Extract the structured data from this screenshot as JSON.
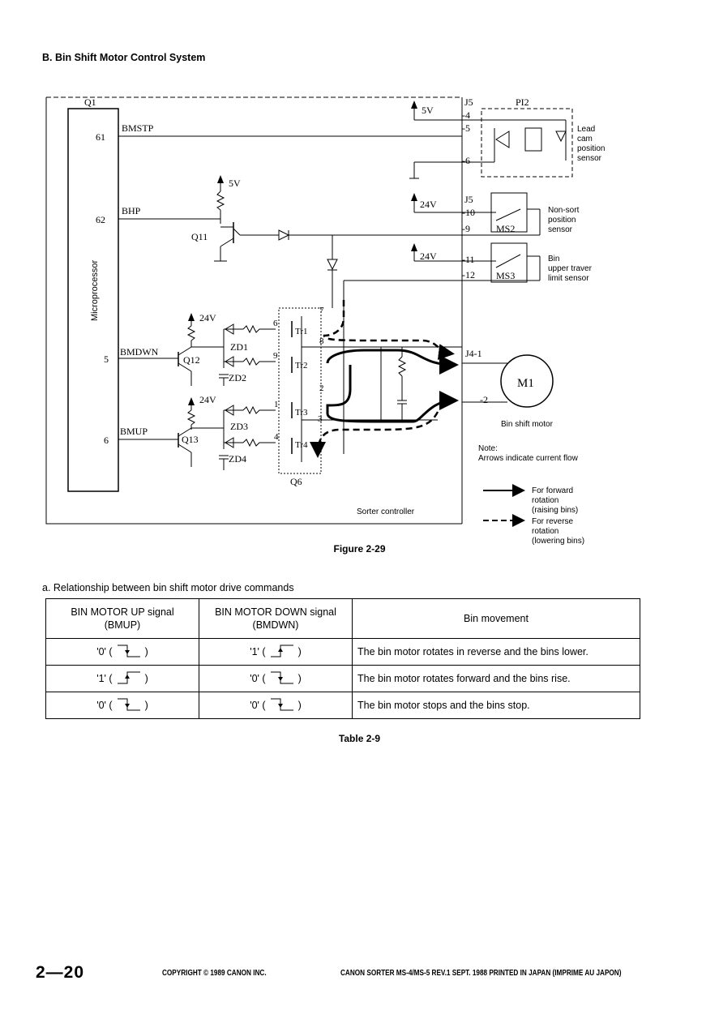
{
  "section_title": "B.   Bin Shift Motor Control System",
  "figure": {
    "caption": "Figure 2-29",
    "microprocessor": "Microprocessor",
    "q1": "Q1",
    "pins": {
      "p61": "61",
      "p62": "62",
      "p5": "5",
      "p6": "6"
    },
    "signals": {
      "bmstp": "BMSTP",
      "bhp": "BHP",
      "bmdwn": "BMDWN",
      "bmup": "BMUP"
    },
    "transistors": {
      "q11": "Q11",
      "q12": "Q12",
      "q13": "Q13",
      "q6": "Q6",
      "tr1": "Tr1",
      "tr2": "Tr2",
      "tr3": "Tr3",
      "tr4": "Tr4"
    },
    "zeners": {
      "zd1": "ZD1",
      "zd2": "ZD2",
      "zd3": "ZD3",
      "zd4": "ZD4"
    },
    "voltages": {
      "v5a": "5V",
      "v5b": "5V",
      "v24a": "24V",
      "v24b": "24V",
      "v24c": "24V",
      "v24d": "24V"
    },
    "q6_pins": {
      "n1": "1",
      "n2": "2",
      "n3": "3",
      "n4": "4",
      "n6": "6",
      "n7": "7",
      "n8": "8",
      "n9": "9"
    },
    "connectors": {
      "j5a": "J5",
      "j5_4": "-4",
      "j5_5": "-5",
      "j5_6": "-6",
      "j5b": "J5",
      "j5_10": "-10",
      "j5_9": "-9",
      "j5_11": "-11",
      "j5_12": "-12",
      "j4_1": "J4-1",
      "j4_2": "-2"
    },
    "pi2": "PI2",
    "ms2": "MS2",
    "ms3": "MS3",
    "m1": "M1",
    "pi2_desc": [
      "Lead",
      "cam",
      "position",
      "sensor"
    ],
    "ms2_desc": [
      "Non-sort",
      "position",
      "sensor"
    ],
    "ms3_desc": [
      "Bin",
      "upper traver",
      "limit sensor"
    ],
    "motor_label": "Bin shift motor",
    "sorter_controller": "Sorter controller",
    "note_title": "Note:",
    "note_text": "Arrows indicate current flow",
    "legend_forward": [
      "For forward",
      "rotation",
      "(raising bins)"
    ],
    "legend_reverse": [
      "For reverse",
      "rotation",
      "(lowering bins)"
    ]
  },
  "table": {
    "heading": "a.   Relationship between bin shift motor drive commands",
    "caption": "Table 2-9",
    "headers": {
      "up_line1": "BIN MOTOR UP signal",
      "up_line2": "(BMUP)",
      "down_line1": "BIN MOTOR DOWN signal",
      "down_line2": "(BMDWN)",
      "movement": "Bin movement"
    },
    "rows": [
      {
        "up": "'0' (",
        "up_close": ")",
        "up_wave": "fall",
        "down": "'1' (",
        "down_close": ")",
        "down_wave": "rise",
        "movement": "The bin motor rotates in reverse and the bins lower."
      },
      {
        "up": "'1' (",
        "up_close": ")",
        "up_wave": "rise",
        "down": "'0' (",
        "down_close": ")",
        "down_wave": "fall",
        "movement": "The bin motor rotates forward and the bins rise."
      },
      {
        "up": "'0' (",
        "up_close": ")",
        "up_wave": "fall",
        "down": "'0' (",
        "down_close": ")",
        "down_wave": "fall",
        "movement": "The bin motor stops and the bins stop."
      }
    ]
  },
  "footer": {
    "page_number": "2—20",
    "copyright": "COPYRIGHT © 1989 CANON INC.",
    "right": "CANON SORTER MS-4/MS-5 REV.1 SEPT. 1988 PRINTED IN JAPAN (IMPRIME AU JAPON)"
  }
}
